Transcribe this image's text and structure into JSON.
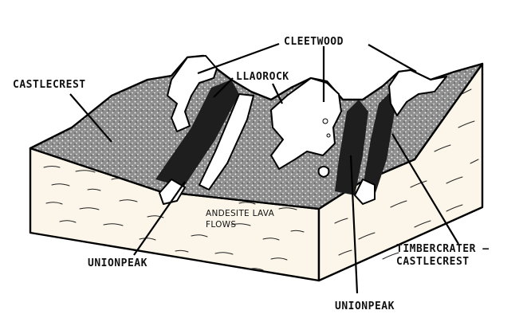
{
  "labels": {
    "cleetwood": "CLEETWOOD",
    "castlecrest": "CASTLECREST",
    "llaorock": "LLAOROCK",
    "andesite_line1": "ANDESITE LAVA",
    "andesite_line2": "FLOWS",
    "unionpeak_left": "UNIONPEAK",
    "unionpeak_bottom": "UNIONPEAK",
    "timbercrater_line1": "TIMBERCRATER –",
    "timbercrater_line2": "CASTLECREST"
  },
  "colors": {
    "ink": "#000000",
    "block_fill": "#fbf6e9",
    "dark_layer": "#1e1e1e",
    "snow": "#ffffff"
  }
}
